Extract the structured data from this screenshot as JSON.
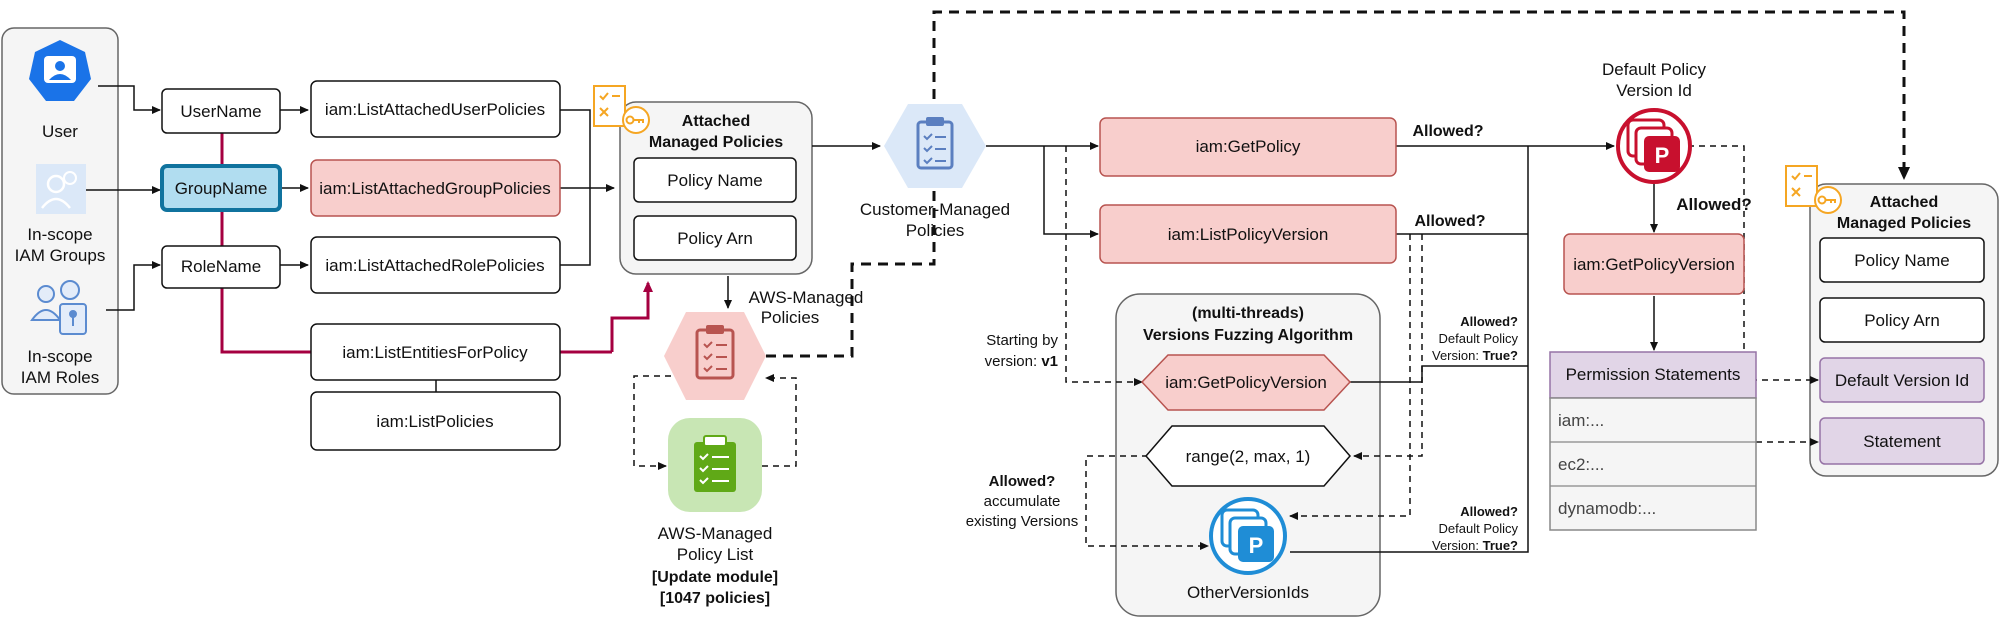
{
  "actors": {
    "user": "User",
    "groups_line1": "In-scope",
    "groups_line2": "IAM Groups",
    "roles_line1": "In-scope",
    "roles_line2": "IAM Roles"
  },
  "names": {
    "user_name": "UserName",
    "group_name": "GroupName",
    "role_name": "RoleName"
  },
  "apis": {
    "list_attached_user": "iam:ListAttachedUserPolicies",
    "list_attached_group": "iam:ListAttachedGroupPolicies",
    "list_attached_role": "iam:ListAttachedRolePolicies",
    "list_entities": "iam:ListEntitiesForPolicy",
    "list_policies": "iam:ListPolicies",
    "get_policy": "iam:GetPolicy",
    "list_policy_version": "iam:ListPolicyVersion",
    "get_policy_version": "iam:GetPolicyVersion",
    "get_policy_version_fuzz": "iam:GetPolicyVersion",
    "range": "range(2, max, 1)"
  },
  "attached_left": {
    "title_line1": "Attached",
    "title_line2": "Managed Policies",
    "policy_name": "Policy Name",
    "policy_arn": "Policy Arn"
  },
  "aws_managed": {
    "label_line1": "AWS-Managed",
    "label_line2": "Policies",
    "list_line1": "AWS-Managed",
    "list_line2": "Policy List",
    "update_module": "[Update module]",
    "policy_count": "[1047 policies]"
  },
  "customer_managed": {
    "line1": "Customer-Managed",
    "line2": "Policies"
  },
  "fuzzing": {
    "title_line1": "(multi-threads)",
    "title_line2": "Versions Fuzzing Algorithm",
    "start_line1": "Starting by",
    "start_prefix": "version: ",
    "start_version": "v1",
    "accumulate_line1": "Allowed?",
    "accumulate_line2": "accumulate",
    "accumulate_line3": "existing Versions",
    "other_version_ids": "OtherVersionIds"
  },
  "allowed": {
    "q1": "Allowed?",
    "q2": "Allowed?",
    "q3": "Allowed?",
    "d1_line1": "Allowed?",
    "d1_line2": "Default Policy",
    "d1_prefix": "Version: ",
    "d1_value": "True?",
    "d2_line1": "Allowed?",
    "d2_line2": "Default Policy",
    "d2_prefix": "Version: ",
    "d2_value": "True?"
  },
  "default_version": {
    "line1": "Default Policy",
    "line2": "Version Id"
  },
  "permissions": {
    "header": "Permission Statements",
    "rows": [
      "iam:...",
      "ec2:...",
      "dynamodb:..."
    ]
  },
  "attached_right": {
    "title_line1": "Attached",
    "title_line2": "Managed Policies",
    "policy_name": "Policy Name",
    "policy_arn": "Policy Arn",
    "default_version_id": "Default Version Id",
    "statement": "Statement"
  },
  "colors": {
    "red_fill": "#f8cecc",
    "red_stroke": "#b85450",
    "blue_fill": "#b1ddf0",
    "blue_stroke": "#10739e",
    "purple_fill": "#e1d5e7",
    "purple_stroke": "#9673a6",
    "gray_fill": "#f5f5f5",
    "crimson": "#a50040",
    "orange": "#f5a623",
    "icon_blue": "#1a73e8",
    "green": "#60a917",
    "p_red": "#c8102e",
    "p_blue": "#1f8dd6"
  }
}
